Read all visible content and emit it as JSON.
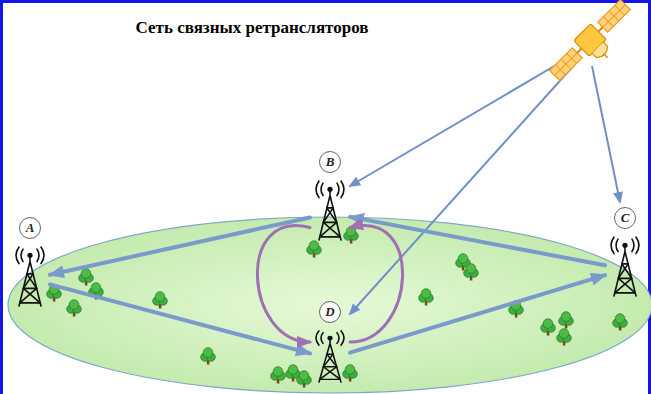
{
  "diagram": {
    "title": "Сеть связных ретрансляторов",
    "nodes": [
      {
        "text": [
          "A"
        ]
      },
      {
        "text": [
          "B"
        ]
      },
      {
        "text": [
          "C"
        ]
      },
      {
        "text": [
          "D"
        ]
      }
    ],
    "edges": [
      {
        "from": 1,
        "to": 0,
        "arrow": "to"
      },
      {
        "from": 0,
        "to": 3,
        "arrow": "to"
      },
      {
        "from": 3,
        "to": 2,
        "arrow": "to"
      },
      {
        "from": 2,
        "to": 1,
        "arrow": "to"
      },
      {
        "from": 1,
        "to": 3,
        "arrow": "to"
      },
      {
        "from": 3,
        "to": 1,
        "arrow": "to"
      }
    ]
  }
}
